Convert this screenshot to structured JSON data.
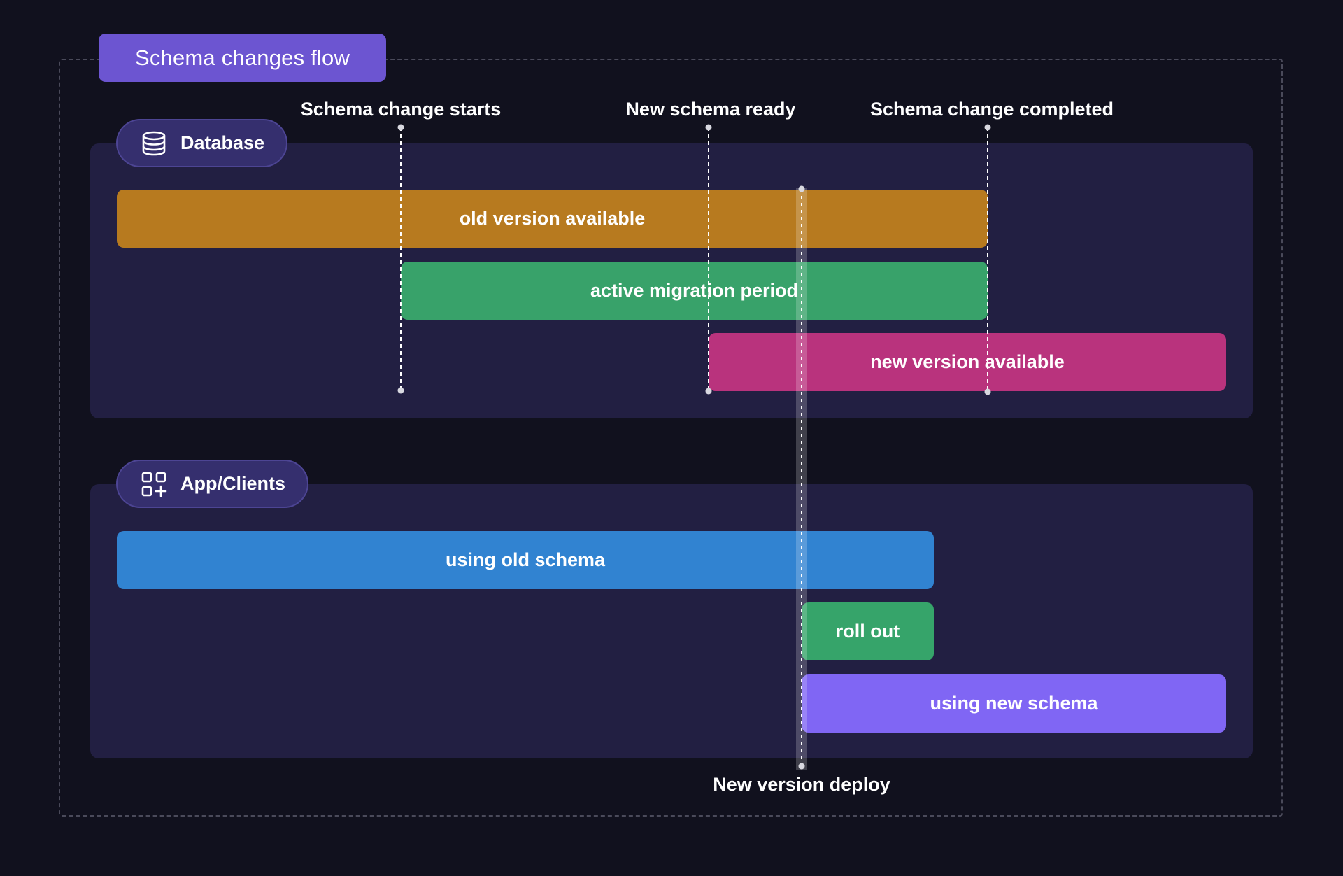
{
  "title": "Schema changes flow",
  "sections": {
    "database": {
      "label": "Database",
      "icon": "database-icon"
    },
    "app": {
      "label": "App/Clients",
      "icon": "apps-add-icon"
    }
  },
  "milestones": {
    "start": "Schema change starts",
    "ready": "New schema ready",
    "completed": "Schema change completed",
    "deploy": "New version deploy"
  },
  "bars": {
    "old_version": {
      "label": "old version available",
      "color": "#b77a1f"
    },
    "migration": {
      "label": "active migration period",
      "color": "#38a26a"
    },
    "new_version": {
      "label": "new version available",
      "color": "#b9337d"
    },
    "old_schema": {
      "label": "using old schema",
      "color": "#3183d1"
    },
    "roll_out": {
      "label": "roll out",
      "color": "#36a46a"
    },
    "new_schema": {
      "label": "using new schema",
      "color": "#8066f4"
    }
  }
}
